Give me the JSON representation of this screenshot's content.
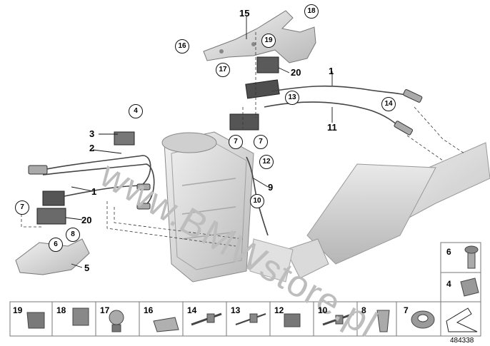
{
  "watermark": "www.BMWstore.pl",
  "diagram_number": "484338",
  "callouts_plain": [
    {
      "id": "c15",
      "text": "15"
    },
    {
      "id": "c20a",
      "text": "20"
    },
    {
      "id": "c1a",
      "text": "1"
    },
    {
      "id": "c11",
      "text": "11"
    },
    {
      "id": "c3",
      "text": "3"
    },
    {
      "id": "c2",
      "text": "2"
    },
    {
      "id": "c1b",
      "text": "1"
    },
    {
      "id": "c9",
      "text": "9"
    },
    {
      "id": "c20b",
      "text": "20"
    },
    {
      "id": "c5",
      "text": "5"
    }
  ],
  "callouts_circled": [
    {
      "id": "k18",
      "text": "18"
    },
    {
      "id": "k16",
      "text": "16"
    },
    {
      "id": "k19",
      "text": "19"
    },
    {
      "id": "k17",
      "text": "17"
    },
    {
      "id": "k13",
      "text": "13"
    },
    {
      "id": "k14",
      "text": "14"
    },
    {
      "id": "k4",
      "text": "4"
    },
    {
      "id": "k7a",
      "text": "7"
    },
    {
      "id": "k7b",
      "text": "7"
    },
    {
      "id": "k12",
      "text": "12"
    },
    {
      "id": "k10",
      "text": "10"
    },
    {
      "id": "k7c",
      "text": "7"
    },
    {
      "id": "k8",
      "text": "8"
    },
    {
      "id": "k6",
      "text": "6"
    }
  ],
  "parts_strip": [
    "19",
    "18",
    "17",
    "16",
    "14",
    "13",
    "12",
    "10",
    "8",
    "7"
  ],
  "parts_side": [
    "6",
    "4"
  ]
}
